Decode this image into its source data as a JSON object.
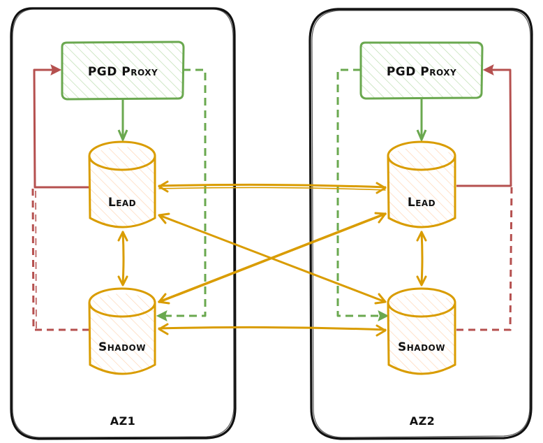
{
  "diagram": {
    "colors": {
      "zone_border": "#111111",
      "proxy_stroke": "#6aa84f",
      "proxy_hatch": "#b7dbaa",
      "db_stroke": "#d99c00",
      "db_hatch": "#ffd3b0",
      "write_path": "#b5504f",
      "fallback_path": "#6aa84f",
      "replication": "#d99c00"
    },
    "zones": [
      {
        "id": "az1",
        "label": "AZ1",
        "proxy": {
          "label": "PGD Proxy"
        },
        "lead": {
          "label": "Lead"
        },
        "shadow": {
          "label": "Shadow"
        }
      },
      {
        "id": "az2",
        "label": "AZ2",
        "proxy": {
          "label": "PGD Proxy"
        },
        "lead": {
          "label": "Lead"
        },
        "shadow": {
          "label": "Shadow"
        }
      }
    ],
    "connections": [
      {
        "from": "az1.proxy",
        "to": "az1.lead",
        "style": "solid",
        "color": "fallback_path",
        "direction": "forward"
      },
      {
        "from": "az2.proxy",
        "to": "az2.lead",
        "style": "solid",
        "color": "fallback_path",
        "direction": "forward"
      },
      {
        "from": "az1.proxy",
        "to": "az1.shadow",
        "style": "dashed",
        "color": "fallback_path",
        "direction": "forward"
      },
      {
        "from": "az2.proxy",
        "to": "az2.shadow",
        "style": "dashed",
        "color": "fallback_path",
        "direction": "forward"
      },
      {
        "from": "az1.lead",
        "to": "az1.proxy",
        "style": "solid",
        "color": "write_path",
        "direction": "forward"
      },
      {
        "from": "az1.shadow",
        "to": "az1.proxy",
        "style": "dashed",
        "color": "write_path",
        "direction": "forward"
      },
      {
        "from": "az2.lead",
        "to": "az2.proxy",
        "style": "solid",
        "color": "write_path",
        "direction": "forward"
      },
      {
        "from": "az2.shadow",
        "to": "az2.proxy",
        "style": "dashed",
        "color": "write_path",
        "direction": "forward"
      },
      {
        "from": "az1.lead",
        "to": "az1.shadow",
        "style": "solid",
        "color": "replication",
        "direction": "both"
      },
      {
        "from": "az2.lead",
        "to": "az2.shadow",
        "style": "solid",
        "color": "replication",
        "direction": "both"
      },
      {
        "from": "az1.lead",
        "to": "az2.lead",
        "style": "solid",
        "color": "replication",
        "direction": "both"
      },
      {
        "from": "az1.shadow",
        "to": "az2.shadow",
        "style": "solid",
        "color": "replication",
        "direction": "both"
      },
      {
        "from": "az1.lead",
        "to": "az2.shadow",
        "style": "solid",
        "color": "replication",
        "direction": "both"
      },
      {
        "from": "az1.shadow",
        "to": "az2.lead",
        "style": "solid",
        "color": "replication",
        "direction": "both"
      }
    ]
  }
}
